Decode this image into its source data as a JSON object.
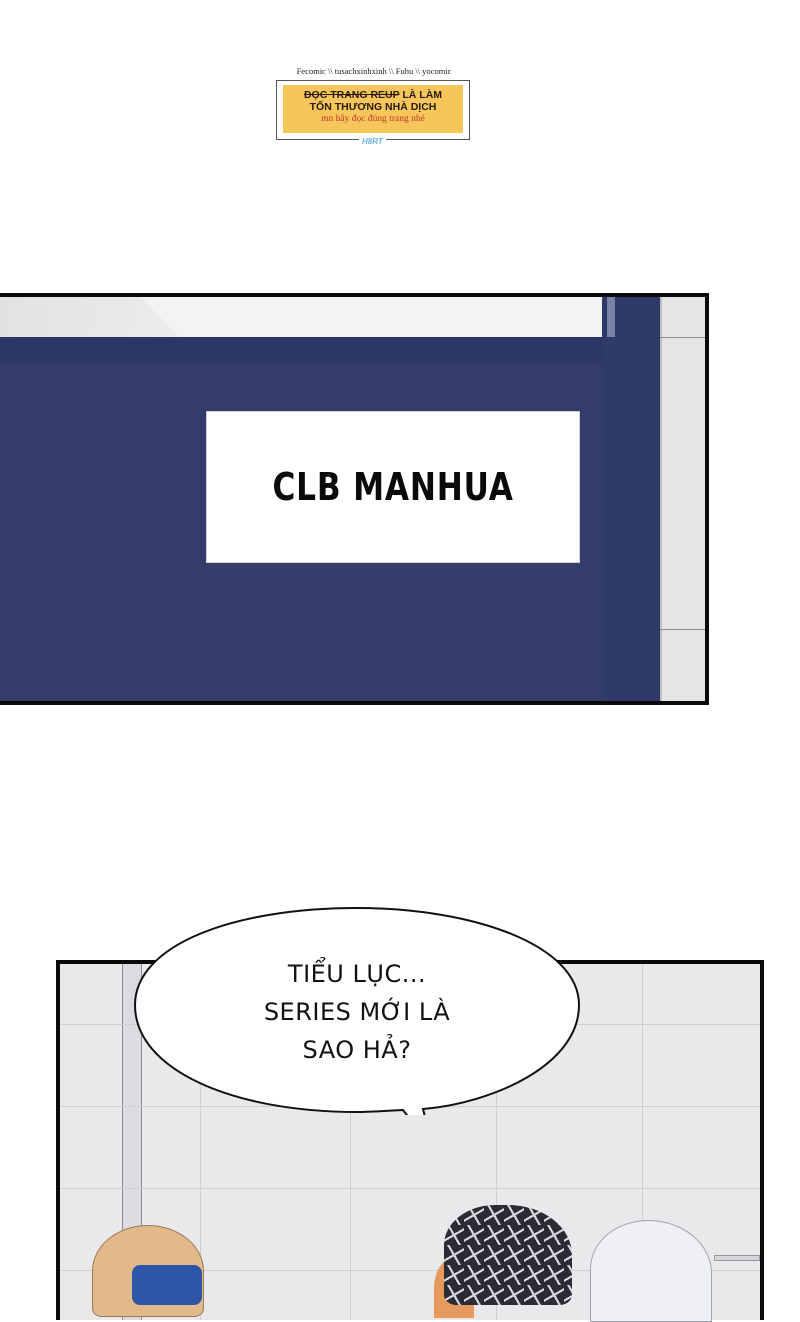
{
  "watermark": {
    "credits": "Fecomic \\\\ tusachxinhxinh \\\\ Fuhu \\\\ yocomic",
    "line1_strike": "ĐỌC TRANG REUP",
    "line1_rest": " LÀ LÀM",
    "line2": "TỔN THƯƠNG NHÀ DỊCH",
    "line3": "mn hãy đọc đúng trang nhé",
    "logo": "H8RT",
    "colors": {
      "box_fill": "#f6c65a",
      "accent_text": "#c0392b"
    }
  },
  "panel1": {
    "sign_text": "CLB MANHUA",
    "colors": {
      "board": "#333c6a",
      "sign": "#ffffff",
      "wall": "#e5e5e6"
    }
  },
  "panel2": {
    "speech_bubble": {
      "line1": "TIỂU LỤC...",
      "line2": "SERIES MỚI LÀ",
      "line3": "SAO HẢ?"
    },
    "colors": {
      "tile_wall": "#e9e9ec",
      "hat": "#2a2b35"
    }
  }
}
